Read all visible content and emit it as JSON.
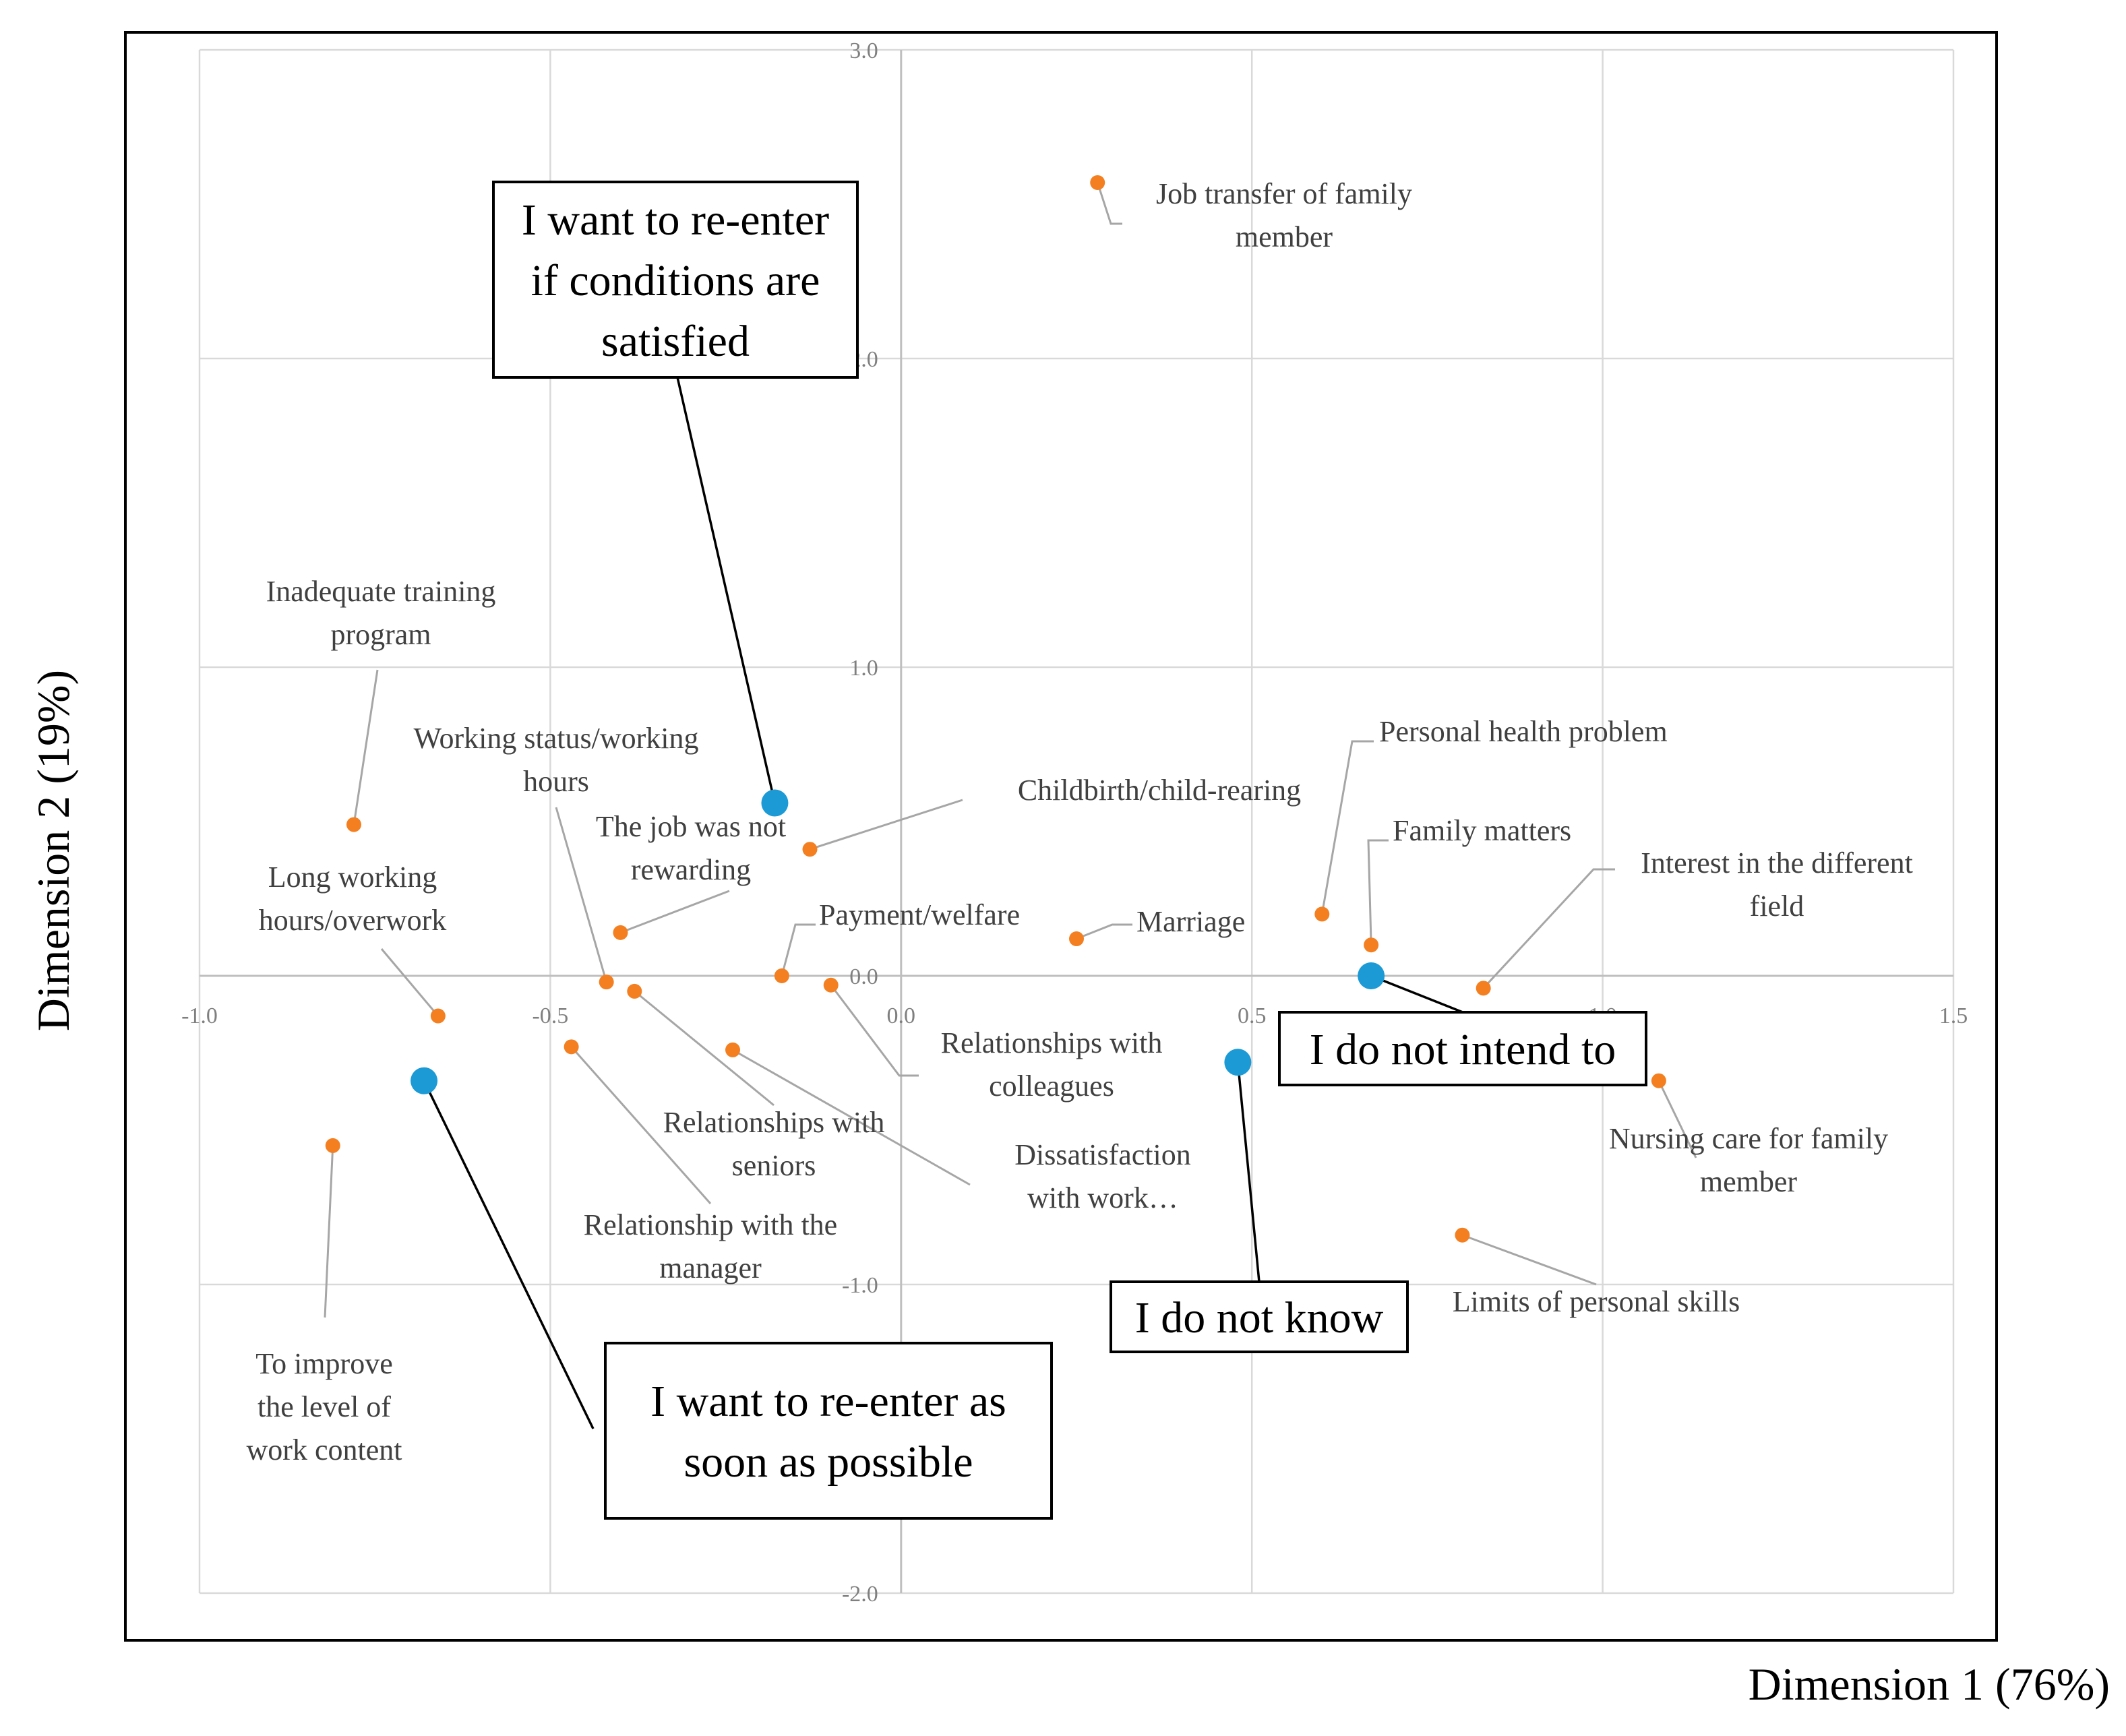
{
  "chart_data": {
    "type": "scatter",
    "title": "",
    "xlabel": "Dimension 1 (76%)",
    "ylabel": "Dimension 2 (19%)",
    "xlim": [
      -1.0,
      1.5
    ],
    "ylim": [
      -2.0,
      3.0
    ],
    "x_ticks": [
      {
        "value": -1.0,
        "label": "-1.0"
      },
      {
        "value": -0.5,
        "label": "-0.5"
      },
      {
        "value": 0.0,
        "label": "0.0"
      },
      {
        "value": 0.5,
        "label": "0.5"
      },
      {
        "value": 1.0,
        "label": "1.0"
      },
      {
        "value": 1.5,
        "label": "1.5"
      }
    ],
    "y_ticks": [
      {
        "value": 3.0,
        "label": "3.0"
      },
      {
        "value": 2.0,
        "label": "2.0"
      },
      {
        "value": 1.0,
        "label": "1.0"
      },
      {
        "value": 0.0,
        "label": "0.0"
      },
      {
        "value": -1.0,
        "label": "-1.0"
      },
      {
        "value": -2.0,
        "label": "-2.0"
      }
    ],
    "grid": true,
    "legend": "none",
    "colors": {
      "reasons": "#F47F20",
      "intentions": "#1B9AD6",
      "leader_gray": "#A6A6A6",
      "leader_black": "#000000",
      "grid": "#D9D9D9"
    },
    "series": [
      {
        "kind": "reasons",
        "points": [
          {
            "x": 0.28,
            "y": 2.57,
            "label": [
              "Job transfer of family",
              "member"
            ]
          },
          {
            "x": -0.78,
            "y": 0.49,
            "label": [
              "Inadequate training",
              "program"
            ]
          },
          {
            "x": -0.13,
            "y": 0.41,
            "label": [
              "Childbirth/child-rearing"
            ]
          },
          {
            "x": -0.4,
            "y": 0.14,
            "label": [
              "The job was not",
              "rewarding"
            ]
          },
          {
            "x": -0.42,
            "y": -0.02,
            "label": [
              "Working status/working",
              "hours"
            ]
          },
          {
            "x": -0.17,
            "y": 0.0,
            "label": [
              "Payment/welfare"
            ]
          },
          {
            "x": 0.25,
            "y": 0.12,
            "label": [
              "Marriage"
            ]
          },
          {
            "x": 0.6,
            "y": 0.2,
            "label": [
              "Personal health problem"
            ]
          },
          {
            "x": 0.67,
            "y": 0.1,
            "label": [
              "Family matters"
            ]
          },
          {
            "x": 0.83,
            "y": -0.04,
            "label": [
              "Interest in the different",
              "field"
            ]
          },
          {
            "x": -0.66,
            "y": -0.13,
            "label": [
              "Long working",
              "hours/overwork"
            ]
          },
          {
            "x": -0.38,
            "y": -0.05,
            "label": [
              "Relationships with",
              "seniors"
            ]
          },
          {
            "x": -0.1,
            "y": -0.03,
            "label": [
              "Relationships with",
              "colleagues"
            ]
          },
          {
            "x": -0.24,
            "y": -0.24,
            "label": [
              "Dissatisfaction",
              "with work…"
            ]
          },
          {
            "x": -0.47,
            "y": -0.23,
            "label": [
              "Relationship with the",
              "manager"
            ]
          },
          {
            "x": -0.81,
            "y": -0.55,
            "label": [
              "To improve",
              "the level of",
              "work content"
            ]
          },
          {
            "x": 1.08,
            "y": -0.34,
            "label": [
              "Nursing care for family",
              "member"
            ]
          },
          {
            "x": 0.8,
            "y": -0.84,
            "label": [
              "Limits of personal skills"
            ]
          }
        ]
      },
      {
        "kind": "intentions",
        "points": [
          {
            "x": -0.18,
            "y": 0.56,
            "label": [
              "I want to re-enter",
              "if conditions are",
              "satisfied"
            ]
          },
          {
            "x": 0.67,
            "y": 0.0,
            "label": [
              "I do not intend to"
            ]
          },
          {
            "x": 0.48,
            "y": -0.28,
            "label": [
              "I do not know"
            ]
          },
          {
            "x": -0.68,
            "y": -0.34,
            "label": [
              "I want to re-enter as",
              "soon as possible"
            ]
          }
        ]
      }
    ]
  }
}
